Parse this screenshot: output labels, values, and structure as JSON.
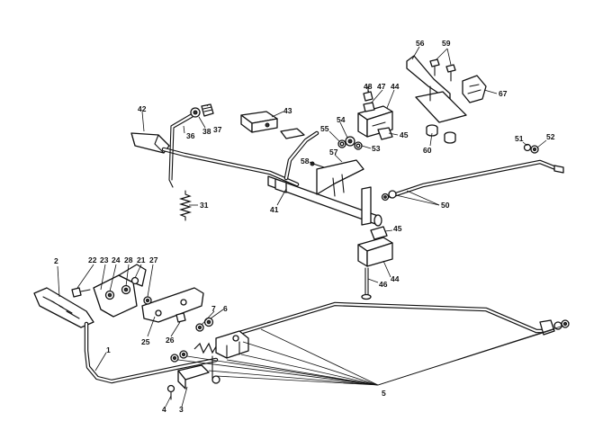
{
  "callouts": {
    "c1": "1",
    "c2": "2",
    "c3": "3",
    "c4": "4",
    "c5": "5",
    "c6": "6",
    "c7": "7",
    "c21": "21",
    "c22": "22",
    "c23": "23",
    "c24": "24",
    "c25": "25",
    "c26": "26",
    "c27": "27",
    "c28": "28",
    "c31": "31",
    "c36": "36",
    "c37": "37",
    "c38": "38",
    "c41": "41",
    "c42": "42",
    "c43": "43",
    "c44a": "44",
    "c44b": "44",
    "c45a": "45",
    "c45b": "45",
    "c46": "46",
    "c47": "47",
    "c48": "48",
    "c50": "50",
    "c51": "51",
    "c52": "52",
    "c53": "53",
    "c54": "54",
    "c55": "55",
    "c56": "56",
    "c57": "57",
    "c58": "58",
    "c59": "59",
    "c60": "60",
    "c67": "67"
  }
}
